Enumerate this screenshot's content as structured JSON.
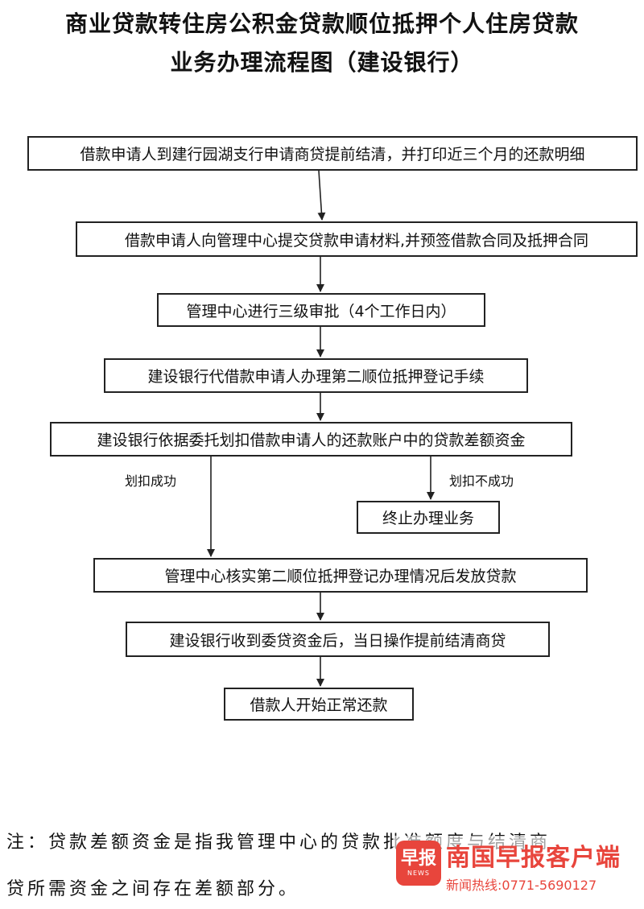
{
  "title": {
    "line1": "商业贷款转住房公积金贷款顺位抵押个人住房贷款",
    "line2": "业务办理流程图（建设银行）"
  },
  "steps": [
    "借款申请人到建行园湖支行申请商贷提前结清，并打印近三个月的还款明细",
    "借款申请人向管理中心提交贷款申请材料,并预签借款合同及抵押合同",
    "管理中心进行三级审批（4个工作日内）",
    "建设银行代借款申请人办理第二顺位抵押登记手续",
    "建设银行依据委托划扣借款申请人的还款账户中的贷款差额资金",
    "终止办理业务",
    "管理中心核实第二顺位抵押登记办理情况后发放贷款",
    "建设银行收到委贷资金后，当日操作提前结清商贷",
    "借款人开始正常还款"
  ],
  "branches": {
    "success": "划扣成功",
    "failure": "划扣不成功"
  },
  "note": {
    "line1": "注：贷款差额资金是指我管理中心的贷款批准额度与结清商",
    "line2": "贷所需资金之间存在差额部分。"
  },
  "watermark": {
    "logo_text": "早报",
    "logo_sub": "NEWS",
    "name": "南国早报客户端",
    "phone": "新闻热线:0771-5690127",
    "color": "#e8453c"
  }
}
